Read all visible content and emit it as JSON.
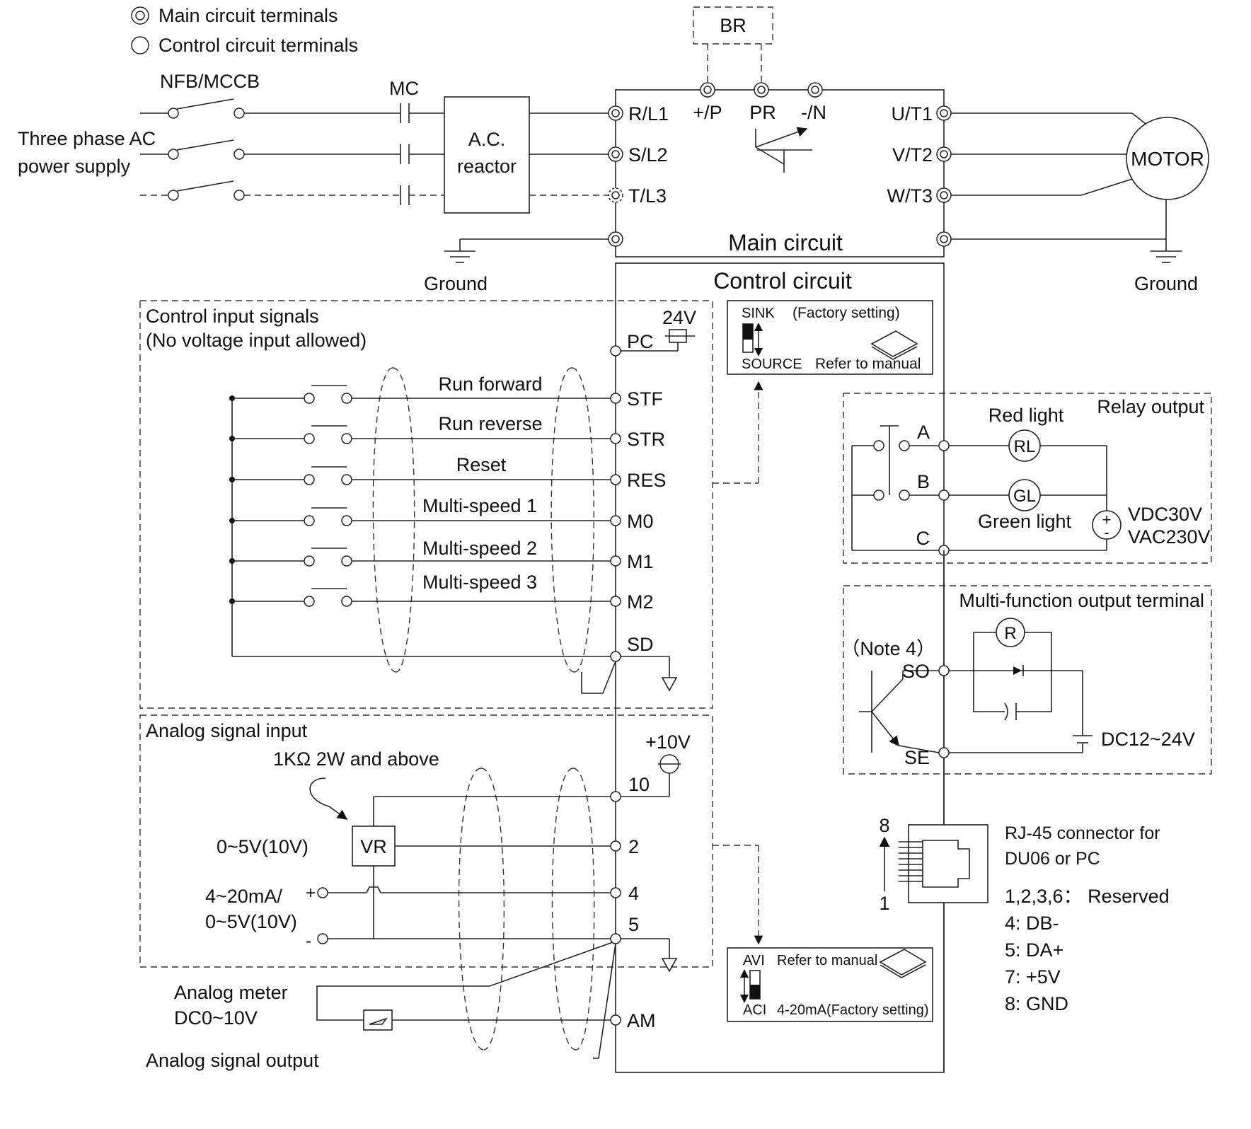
{
  "legend": {
    "main_terminals": "Main circuit terminals",
    "control_terminals": "Control circuit terminals"
  },
  "power": {
    "breaker": "NFB/MCCB",
    "contactor": "MC",
    "supply_line1": "Three phase AC",
    "supply_line2": "power supply",
    "reactor_line1": "A.C.",
    "reactor_line2": "reactor",
    "brake_resistor": "BR",
    "ground_left": "Ground",
    "ground_right": "Ground",
    "motor": "MOTOR"
  },
  "main_circuit": {
    "title": "Main circuit",
    "inputs": [
      "R/L1",
      "S/L2",
      "T/L3"
    ],
    "outputs": [
      "U/T1",
      "V/T2",
      "W/T3"
    ],
    "dc_terminals": [
      "+/P",
      "PR",
      "-/N"
    ]
  },
  "control_circuit": {
    "title": "Control circuit",
    "input_group_title1": "Control input signals",
    "input_group_title2": "(No voltage input allowed)",
    "supply_label": "24V",
    "pc_terminal": "PC",
    "inputs": [
      {
        "signal": "Run forward",
        "terminal": "STF"
      },
      {
        "signal": "Run reverse",
        "terminal": "STR"
      },
      {
        "signal": "Reset",
        "terminal": "RES"
      },
      {
        "signal": "Multi-speed 1",
        "terminal": "M0"
      },
      {
        "signal": "Multi-speed 2",
        "terminal": "M1"
      },
      {
        "signal": "Multi-speed 3",
        "terminal": "M2"
      }
    ],
    "common_terminal": "SD",
    "sink_switch": {
      "sink": "SINK",
      "source": "SOURCE",
      "factory": "(Factory setting)",
      "manual": "Refer to manual"
    }
  },
  "analog_input": {
    "title": "Analog signal input",
    "pot_spec": "1KΩ 2W and above",
    "pot_label": "VR",
    "supply": "+10V",
    "voltage_range": "0~5V(10V)",
    "current_line1": "4~20mA/",
    "current_line2": "0~5V(10V)",
    "plus": "+",
    "minus": "-",
    "terminals": [
      "10",
      "2",
      "4",
      "5"
    ],
    "avi_switch": {
      "avi": "AVI",
      "aci": "ACI",
      "manual": "Refer to manual",
      "factory": "4-20mA(Factory setting)"
    }
  },
  "analog_output": {
    "meter_line1": "Analog meter",
    "meter_line2": "DC0~10V",
    "title": "Analog signal output",
    "terminal": "AM"
  },
  "relay": {
    "title": "Relay output",
    "terminals": [
      "A",
      "B",
      "C"
    ],
    "red_label": "Red light",
    "red_symbol": "RL",
    "green_label": "Green light",
    "green_symbol": "GL",
    "supply_line1": "VDC30V",
    "supply_line2": "VAC230V",
    "plus": "+",
    "minus": "-"
  },
  "multifunction": {
    "title": "Multi-function output terminal",
    "note": "（Note 4）",
    "terminals": [
      "SO",
      "SE"
    ],
    "relay_symbol": "R",
    "supply": "DC12~24V"
  },
  "rj45": {
    "title_line1": "RJ-45 connector for",
    "title_line2": "DU06 or PC",
    "pin_top": "8",
    "pin_bottom": "1",
    "pins": [
      "1,2,3,6：  Reserved",
      "4: DB-",
      "5: DA+",
      "7: +5V",
      "8: GND"
    ]
  }
}
